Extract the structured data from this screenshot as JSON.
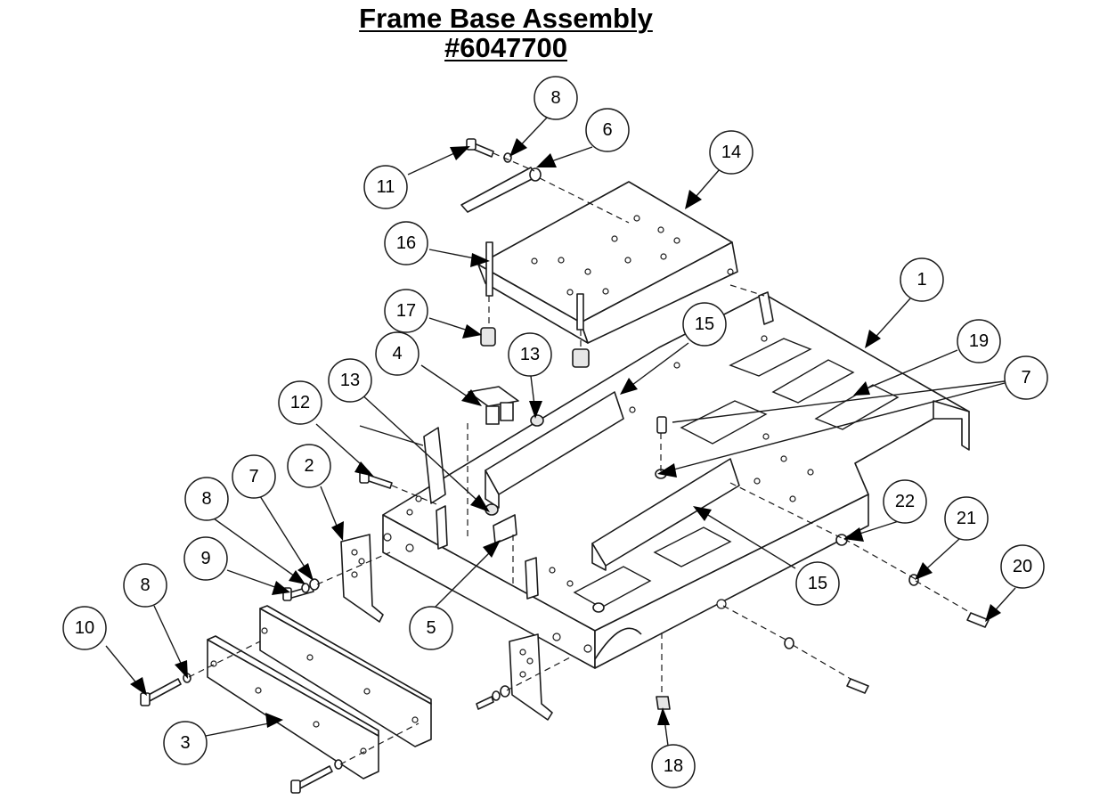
{
  "title": {
    "line1": "Frame Base Assembly",
    "line2": "#6047700"
  },
  "callouts": [
    {
      "id": "callout-1",
      "label": "1"
    },
    {
      "id": "callout-2",
      "label": "2"
    },
    {
      "id": "callout-3",
      "label": "3"
    },
    {
      "id": "callout-4",
      "label": "4"
    },
    {
      "id": "callout-5",
      "label": "5"
    },
    {
      "id": "callout-6",
      "label": "6"
    },
    {
      "id": "callout-7a",
      "label": "7"
    },
    {
      "id": "callout-7b",
      "label": "7"
    },
    {
      "id": "callout-8a",
      "label": "8"
    },
    {
      "id": "callout-8b",
      "label": "8"
    },
    {
      "id": "callout-8c",
      "label": "8"
    },
    {
      "id": "callout-9",
      "label": "9"
    },
    {
      "id": "callout-10",
      "label": "10"
    },
    {
      "id": "callout-11",
      "label": "11"
    },
    {
      "id": "callout-12",
      "label": "12"
    },
    {
      "id": "callout-13a",
      "label": "13"
    },
    {
      "id": "callout-13b",
      "label": "13"
    },
    {
      "id": "callout-14",
      "label": "14"
    },
    {
      "id": "callout-15a",
      "label": "15"
    },
    {
      "id": "callout-15b",
      "label": "15"
    },
    {
      "id": "callout-16",
      "label": "16"
    },
    {
      "id": "callout-17",
      "label": "17"
    },
    {
      "id": "callout-18",
      "label": "18"
    },
    {
      "id": "callout-19",
      "label": "19"
    },
    {
      "id": "callout-20",
      "label": "20"
    },
    {
      "id": "callout-21",
      "label": "21"
    },
    {
      "id": "callout-22",
      "label": "22"
    }
  ]
}
